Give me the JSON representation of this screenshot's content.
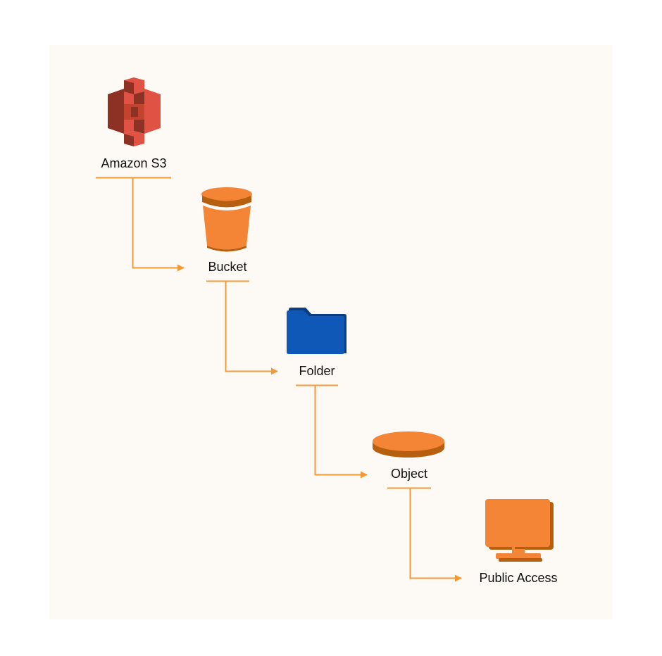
{
  "colors": {
    "panel": "#fdfaf5",
    "connector": "#f39a36",
    "s3_red": "#e05243",
    "s3_dark": "#8c3123",
    "orange": "#f58536",
    "orange_dark": "#b55f0f",
    "folder_blue": "#1058b8",
    "folder_dark": "#0b3d82"
  },
  "nodes": [
    {
      "id": "s3",
      "label": "Amazon S3",
      "icon": "amazon-s3-icon"
    },
    {
      "id": "bucket",
      "label": "Bucket",
      "icon": "bucket-icon"
    },
    {
      "id": "folder",
      "label": "Folder",
      "icon": "folder-icon"
    },
    {
      "id": "object",
      "label": "Object",
      "icon": "object-disk-icon"
    },
    {
      "id": "public",
      "label": "Public Access",
      "icon": "monitor-icon"
    }
  ],
  "edges": [
    {
      "from": "s3",
      "to": "bucket"
    },
    {
      "from": "bucket",
      "to": "folder"
    },
    {
      "from": "folder",
      "to": "object"
    },
    {
      "from": "object",
      "to": "public"
    }
  ]
}
